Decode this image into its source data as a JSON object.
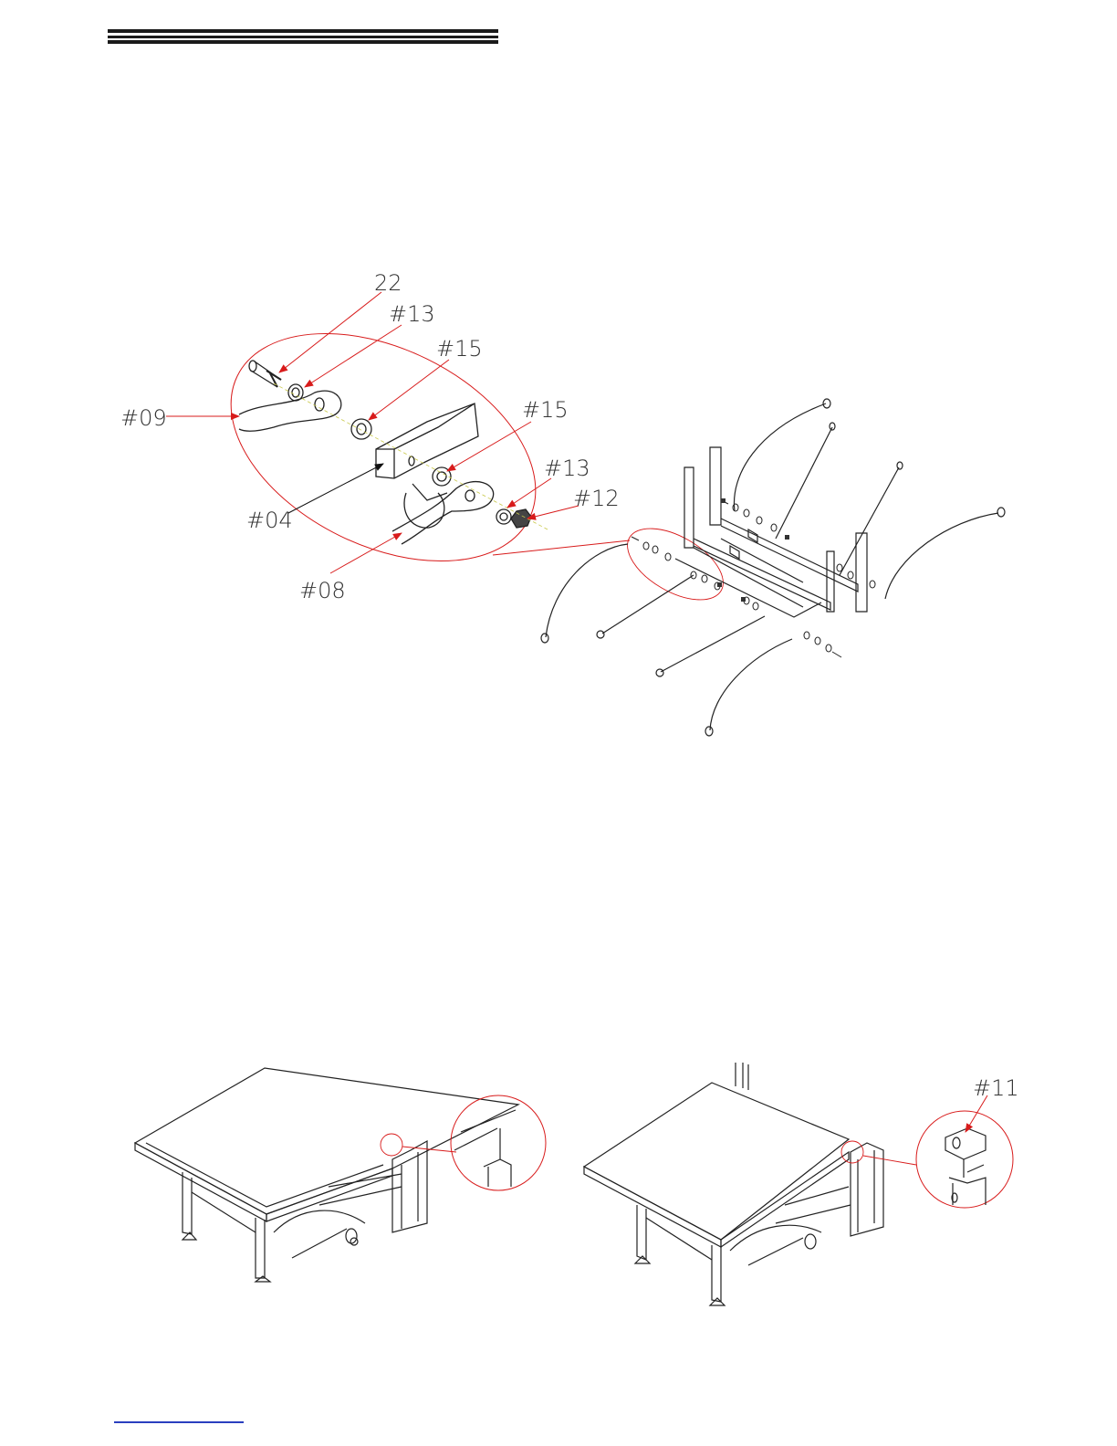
{
  "header": {
    "bar_color": "#1a1a1a"
  },
  "diagram_top": {
    "callouts": [
      {
        "id": "c22",
        "label": "22"
      },
      {
        "id": "c13a",
        "label": "#13"
      },
      {
        "id": "c15a",
        "label": "#15"
      },
      {
        "id": "c09",
        "label": "#09"
      },
      {
        "id": "c15b",
        "label": "#15"
      },
      {
        "id": "c13b",
        "label": "#13"
      },
      {
        "id": "c12",
        "label": "#12"
      },
      {
        "id": "c04",
        "label": "#04"
      },
      {
        "id": "c08",
        "label": "#08"
      }
    ],
    "arrow_color": "#d81b1b",
    "detail_circle_color": "#d81b1b"
  },
  "diagram_bottom": {
    "callouts": [
      {
        "id": "c11",
        "label": "#11"
      }
    ]
  },
  "footer": {
    "rule_color": "#2a3fbf"
  }
}
